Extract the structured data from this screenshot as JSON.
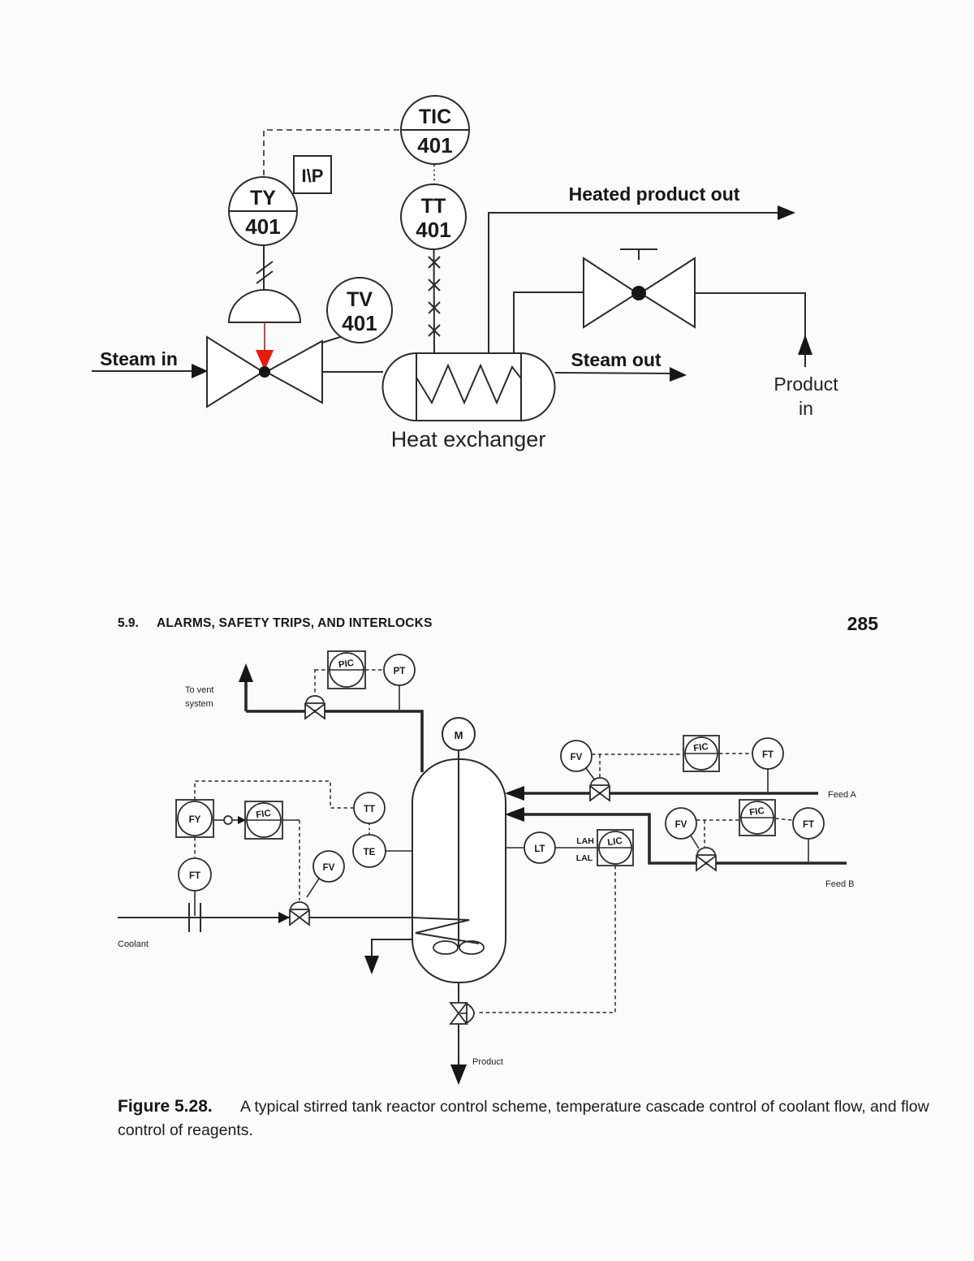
{
  "page": {
    "section_number": "5.9.",
    "section_title": "ALARMS, SAFETY TRIPS, AND INTERLOCKS",
    "page_number": "285",
    "figure_label": "Figure 5.28.",
    "figure_caption_line1": "A typical stirred tank reactor control scheme, temperature cascade control of coolant flow, and flow",
    "figure_caption_line2": "control of reagents."
  },
  "hx": {
    "labels": {
      "steam_in": "Steam in",
      "steam_out": "Steam out",
      "heated_product_out": "Heated product out",
      "product_in_l1": "Product",
      "product_in_l2": "in",
      "heat_exchanger": "Heat exchanger",
      "ip": "I\\P"
    },
    "instruments": {
      "tic_tag": "TIC",
      "tic_num": "401",
      "tt_tag": "TT",
      "tt_num": "401",
      "ty_tag": "TY",
      "ty_num": "401",
      "tv_tag": "TV",
      "tv_num": "401"
    },
    "colors": {
      "signal_arrow_red": "#e8190f",
      "signal_stem_red": "#9c4444"
    }
  },
  "rx": {
    "labels": {
      "to_vent_l1": "To vent",
      "to_vent_l2": "system",
      "feed_a": "Feed A",
      "feed_b": "Feed B",
      "coolant": "Coolant",
      "product": "Product",
      "lah": "LAH",
      "lal": "LAL"
    },
    "instruments": {
      "pic": "PIC",
      "pt": "PT",
      "motor": "M",
      "fv_feed_a": "FV",
      "fic_feed_a": "FIC",
      "ft_feed_a": "FT",
      "fv_feed_b": "FV",
      "fic_feed_b": "FIC",
      "ft_feed_b": "FT",
      "lt": "LT",
      "lic": "LIC",
      "fy": "FY",
      "fic_coolant": "FIC",
      "ft_coolant": "FT",
      "fv_coolant": "FV",
      "tt": "TT",
      "te": "TE"
    }
  }
}
